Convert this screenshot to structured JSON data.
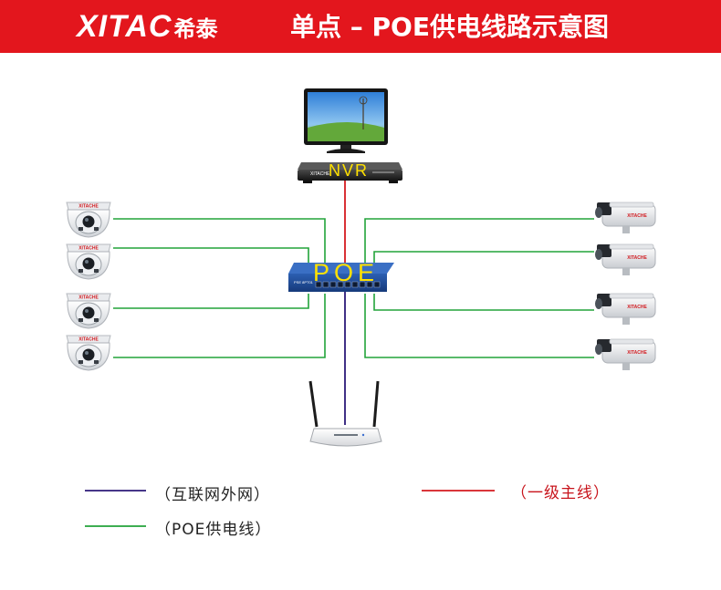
{
  "header": {
    "logo_latin": "XITAC",
    "logo_cn": "希泰",
    "title": "单点 – POE供电线路示意图"
  },
  "devices": {
    "nvr_label": "NVR",
    "poe_label": "POE",
    "camera_brand": "XITACHE"
  },
  "legend": {
    "internet": "（互联网外网）",
    "main_line": "（一级主线）",
    "poe_line": "（POE供电线）"
  },
  "colors": {
    "header_red": "#e3161d",
    "internet_line": "#2b1a78",
    "main_line": "#d51a1f",
    "poe_line": "#22a33a"
  }
}
